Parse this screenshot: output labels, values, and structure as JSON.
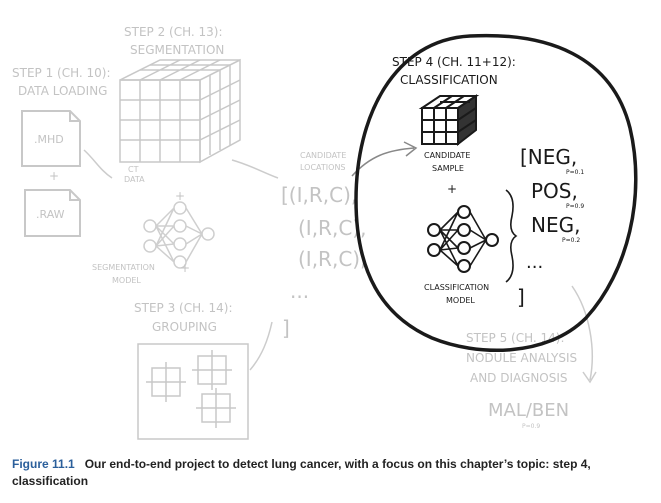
{
  "diagram": {
    "step1": {
      "title_line1": "STEP 1 (CH. 10):",
      "title_line2": "DATA LOADING",
      "file_mhd": ".MHD",
      "plus": "+",
      "file_raw": ".RAW"
    },
    "step2": {
      "title_line1": "STEP 2 (CH. 13):",
      "title_line2": "SEGMENTATION",
      "ct_data_line1": "CT",
      "ct_data_line2": "DATA",
      "plus": "+",
      "model_line1": "SEGMENTATION",
      "model_line2": "MODEL"
    },
    "candidates": {
      "label_line1": "CANDIDATE",
      "label_line2": "LOCATIONS",
      "row1": "[(I,R,C),",
      "row2": "(I,R,C),",
      "row3": "(I,R,C),",
      "ellipsis": "...",
      "close": "]"
    },
    "step3": {
      "title_line1": "STEP 3 (CH. 14):",
      "title_line2": "GROUPING"
    },
    "step4": {
      "title_line1": "STEP 4 (CH. 11+12):",
      "title_line2": "CLASSIFICATION",
      "sample_line1": "CANDIDATE",
      "sample_line2": "SAMPLE",
      "plus": "+",
      "model_line1": "CLASSIFICATION",
      "model_line2": "MODEL",
      "results": [
        {
          "label": "[NEG,",
          "p": "P=0.1"
        },
        {
          "label": "POS,",
          "p": "P=0.9"
        },
        {
          "label": "NEG,",
          "p": "P=0.2"
        }
      ],
      "ellipsis": "...",
      "close": "]"
    },
    "step5": {
      "title_line1": "STEP 5 (CH. 14):",
      "title_line2": "NODULE ANALYSIS",
      "title_line3": "AND DIAGNOSIS",
      "result": "MAL/BEN",
      "p": "P=0.9"
    }
  },
  "caption": {
    "figure_number": "Figure 11.1",
    "text": "Our end-to-end project to detect lung cancer, with a focus on this chapter’s topic: step 4, classification"
  }
}
